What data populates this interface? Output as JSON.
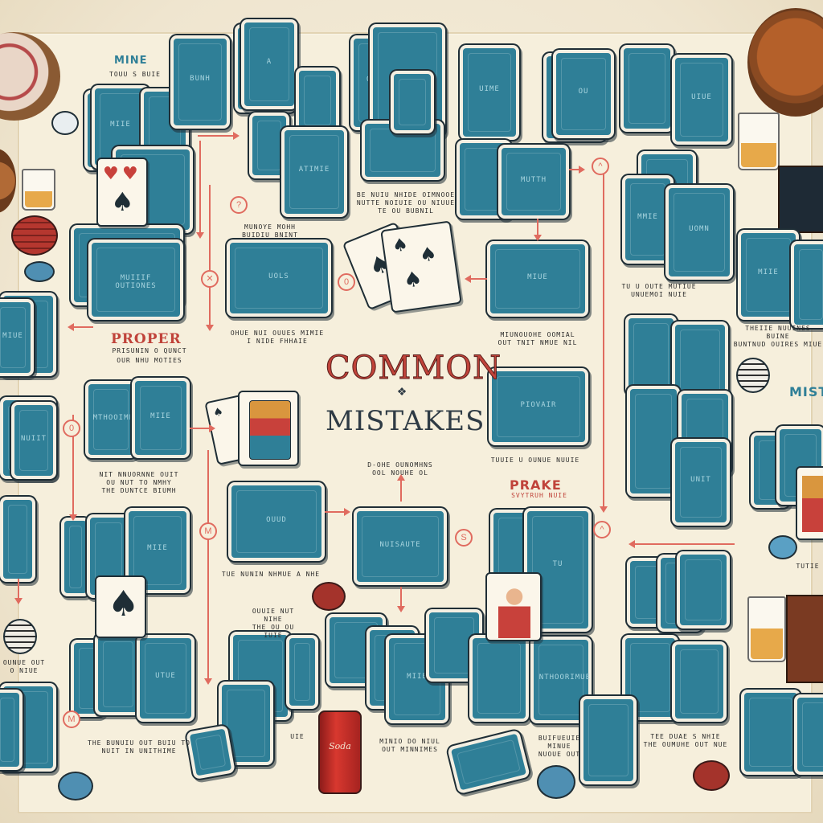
{
  "title": {
    "line1": "COMMON",
    "line2": "MISTAKES",
    "ornament": "❖"
  },
  "headings": {
    "mine": "MINE",
    "proper": "PROPER",
    "prake": "PRAKE",
    "mist": "MIST"
  },
  "subheadings": {
    "mine_sub": "TOUU S BUIE",
    "proper_sub1": "PRISUNIN O QUNCT",
    "proper_sub2": "OUR NHU MOTIES",
    "prake_sub": "SVYTRUH NUIE"
  },
  "card_labels": {
    "c1": "MIIE",
    "c2": "BUNH",
    "c3": "A",
    "c4": "OUMIE",
    "c5": "UIME",
    "c6": "OU",
    "c7": "UIUE",
    "c8": "MUIIIF OUTIONES",
    "c9": "ATIMIE",
    "c10": "MUTTH",
    "c11": "MMIE",
    "c12": "UOMN",
    "c13": "MIIE",
    "c14": "UOLS",
    "c15": "MIUE",
    "c16": "MIUE",
    "c17": "MTHOOIMES",
    "c18": "PIOVAIR",
    "c19": "MIIE",
    "c20": "NUIIT",
    "c21": "UNIT",
    "c22": "OUUD",
    "c23": "NUISAUTE",
    "c24": "TU",
    "c25": "MIIE",
    "c26": "UTUE",
    "c27": "MIIE",
    "c28": "NTHOORIMUE"
  },
  "captions": {
    "k1": "BE NUIU NHIDE OIMNOOE\nNUTTE NOIUIE OU NIUUE\nTE OU BUBNIL",
    "k2": "MUNOYE MOHH\nBUIDIU BNINT",
    "k3": "OHUE NUI OUUES MIMIE\nI NIDE FHHAIE",
    "k4": "MIUNOUOHE OOMIAL\nOUT TNIT NMUE NIL",
    "k5": "TU U OUTE MUTIUE\nUNUEMOI NUIE",
    "k6": "THEIIE NUUINES BUINE\nBUNTNUD OUIRES MIUE",
    "k7": "NIT NNUORNNE OUIT\nOU NUT TO NMHY\nTHE DUNTCE BIUMH",
    "k8": "D-OHE OUNOMHNS\nOOL NOUHE OL",
    "k9": "TUUIE U OUNUE NUUIE",
    "k10": "TUE NUNIN NHMUE A NHE",
    "k11": "OUUIE NUT NIHE\nTHE OU OU IUIE",
    "k12": "THE BUNUIU OUT BUIU TO\nNUIT IN UNITHIME",
    "k13": "MINIO DO NIUL\nOUT MINNIMES",
    "k14": "BUIFUEUIE MINUE\nNUOUE OUT",
    "k15": "TEE DUAE S NHIE\nTHE OUMUHE OUT NUE",
    "k16": "OUNUE OUT\nO NIUE",
    "k17": "TUTIE",
    "k18": "UIE"
  },
  "can_text": "Soda",
  "colors": {
    "card": "#2f7f97",
    "accent": "#e06b5f",
    "title_red": "#c0433a",
    "paper": "#f6efdc"
  }
}
